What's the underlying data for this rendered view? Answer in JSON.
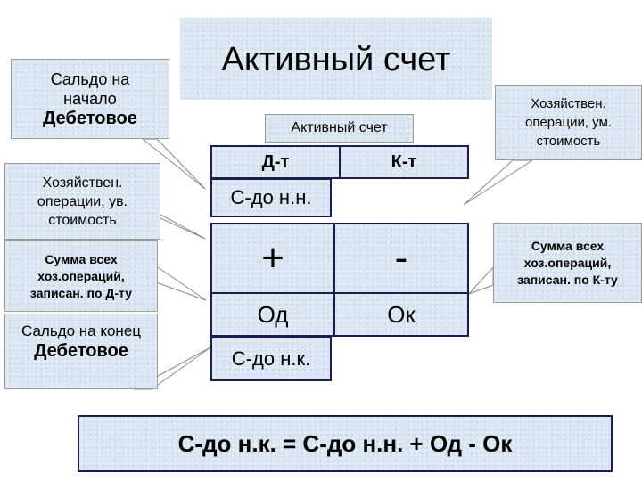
{
  "title": "Активный счет",
  "subtitle": "Активный счет",
  "account": {
    "debit_label": "Д-т",
    "credit_label": "К-т",
    "opening_balance": "С-до н.н.",
    "plus": "+",
    "minus": "-",
    "debit_turnover": "Од",
    "credit_turnover": "Ок",
    "closing_balance": "С-до н.к."
  },
  "callouts": {
    "opening": {
      "line1": "Сальдо на",
      "line2": "начало",
      "line3": "Дебетовое"
    },
    "increase": {
      "line1": "Хозяйствен.",
      "line2": "операции, ув.",
      "line3": "стоимость"
    },
    "debit_sum": {
      "line1": "Сумма всех",
      "line2": "хоз.операций,",
      "line3": "записан. по Д-ту"
    },
    "closing": {
      "line1": "Сальдо на конец",
      "line2": "Дебетовое"
    },
    "decrease": {
      "line1": "Хозяйствен.",
      "line2": "операции, ум.",
      "line3": "стоимость"
    },
    "credit_sum": {
      "line1": "Сумма всех",
      "line2": "хоз.операций,",
      "line3": "записан. по К-ту"
    }
  },
  "formula": "С-до н.к. = С-до н.н. + Од - Ок",
  "colors": {
    "box_fill": "#d9e6f2",
    "border": "#1e1e4e",
    "callout_border": "#9a9a9a"
  }
}
